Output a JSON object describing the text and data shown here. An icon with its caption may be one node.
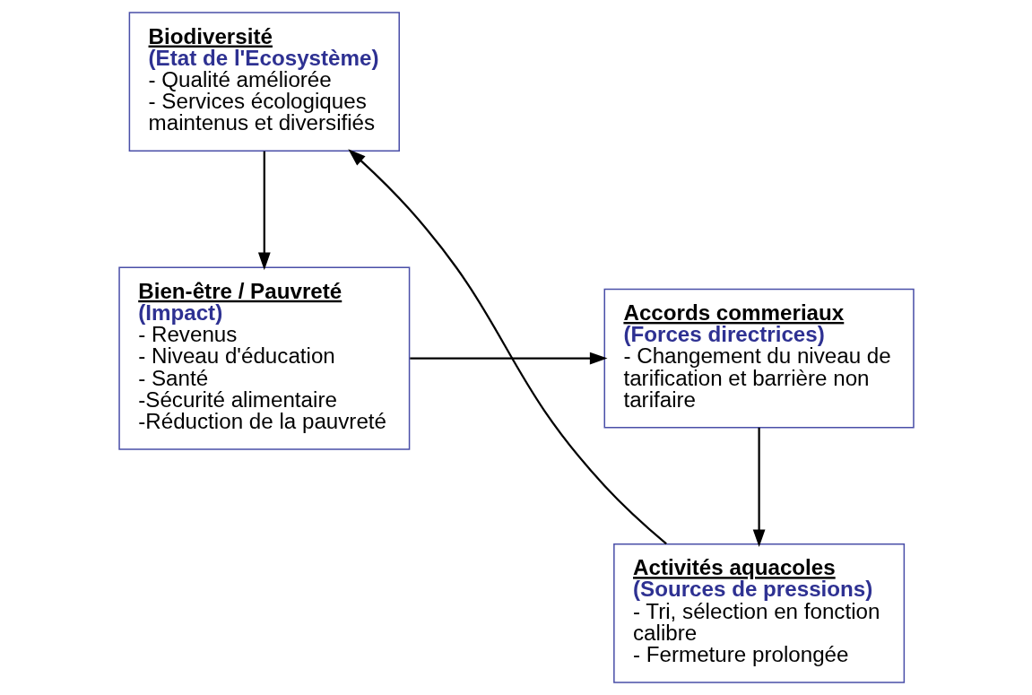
{
  "diagram": {
    "nodes": [
      {
        "text": [
          "Bien-être / Pauvreté",
          "(Impact)",
          "- Revenus",
          "- Niveau d'éducation",
          "- Santé",
          "-Sécurité alimentaire",
          "-Réduction de la pauvreté"
        ]
      },
      {
        "text": [
          "Accords commeriaux",
          "(Forces directrices)",
          "- Changement du niveau de tarification et barrière non tarifaire"
        ]
      },
      {
        "text": [
          "Biodiversité",
          "(Etat de l'Ecosystème)",
          "- Qualité améliorée",
          "- Services écologiques maintenus et diversifiés"
        ]
      },
      {
        "text": [
          "Activités aquacoles",
          "(Sources de pressions)",
          "- Tri, sélection en fonction calibre",
          "- Fermeture prolongée"
        ]
      }
    ],
    "edges": [
      {
        "from": 0,
        "to": 1,
        "arrow": "to"
      },
      {
        "from": 1,
        "to": 3,
        "arrow": "to"
      },
      {
        "from": 3,
        "to": 2,
        "arrow": "to"
      },
      {
        "from": 2,
        "to": 0,
        "arrow": "to"
      }
    ]
  }
}
